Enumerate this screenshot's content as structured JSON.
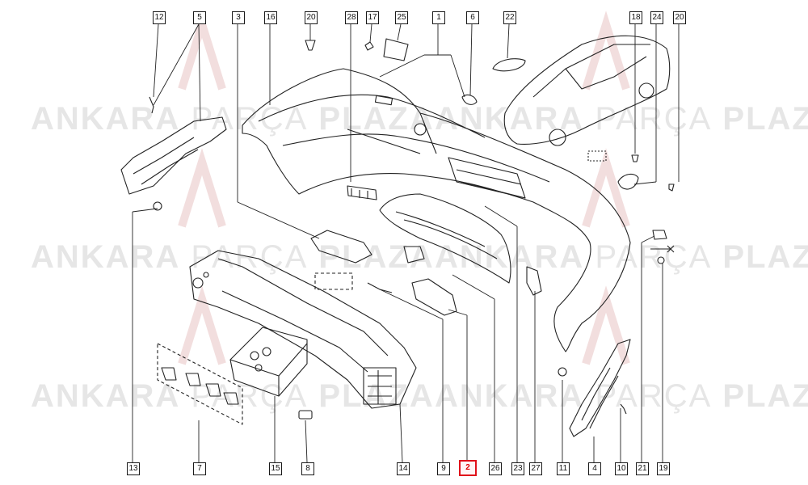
{
  "watermark": {
    "word1": "ANKARA",
    "word2": "PARÇA",
    "word3": "PLAZA"
  },
  "highlight_color": "#e0101a",
  "line_color": "#222222",
  "callouts_top": [
    "12",
    "5",
    "3",
    "16",
    "20",
    "28",
    "17",
    "25",
    "1",
    "6",
    "22",
    "18",
    "24",
    "20"
  ],
  "callouts_bottom": [
    "13",
    "7",
    "15",
    "8",
    "14",
    "9",
    "2",
    "26",
    "23",
    "27",
    "11",
    "4",
    "10",
    "21",
    "19"
  ],
  "highlighted": "2"
}
